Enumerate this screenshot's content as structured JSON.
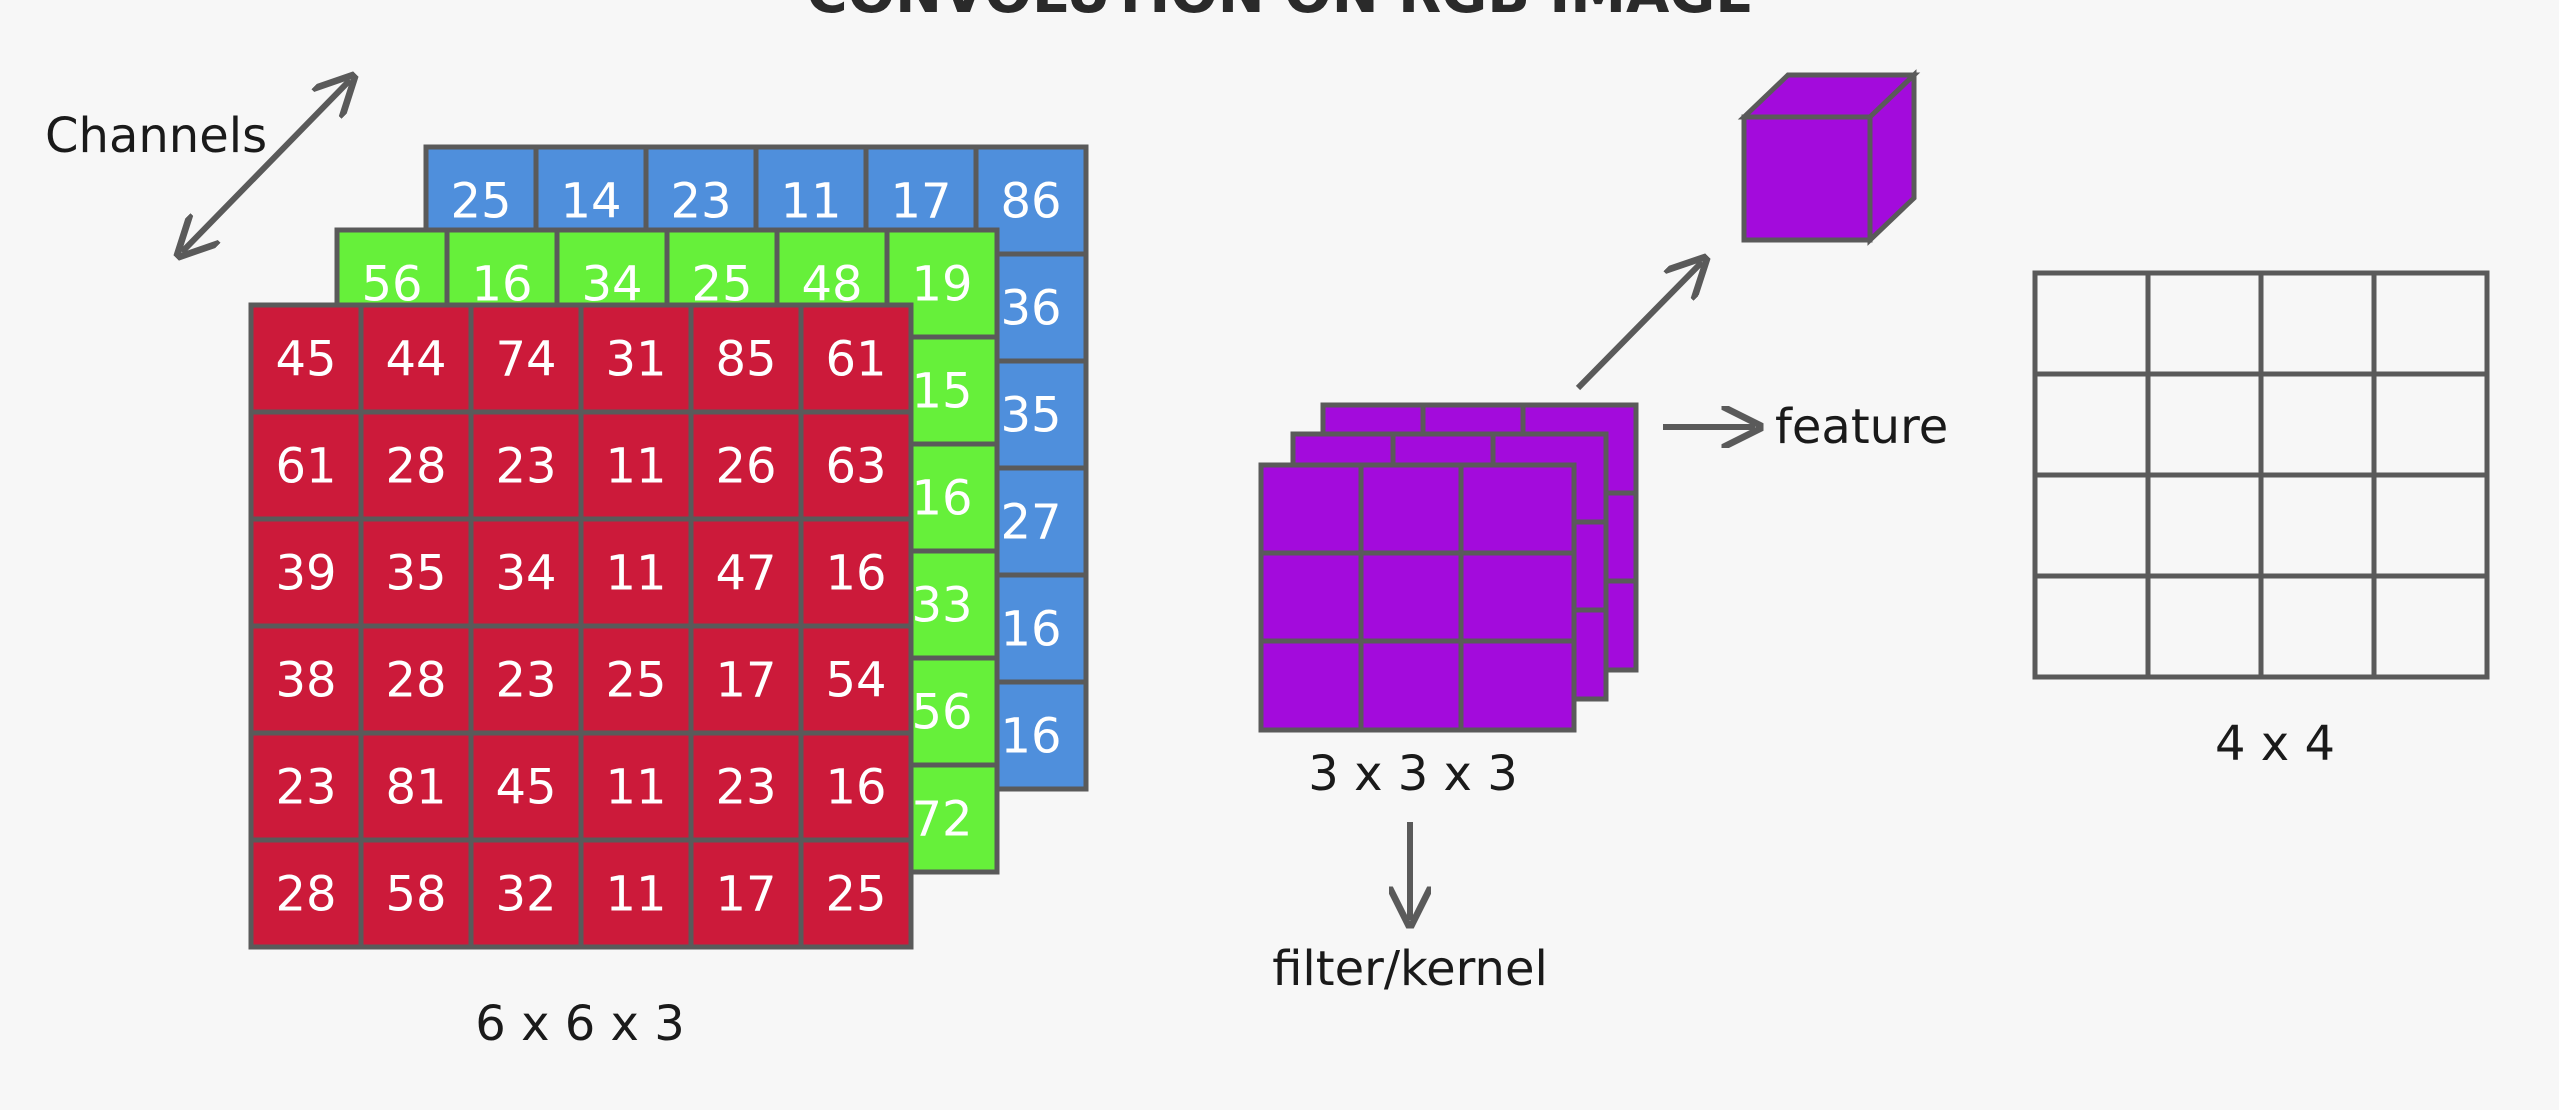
{
  "title": "CONVOLUTION ON RGB IMAGE",
  "labels": {
    "channels": "Channels",
    "input_size": "6 x 6 x 3",
    "filter_size": "3 x 3 x 3",
    "filter_name": "filter/kernel",
    "feature": "feature",
    "output_size": "4 x 4"
  },
  "colors": {
    "background": "#f7f7f7",
    "blue_channel": "#4f8fdc",
    "green_channel": "#66f03a",
    "red_channel": "#cc1a3a",
    "filter": "#a30bdc",
    "grid_line": "#5a5a5a",
    "arrow": "#5a5a5a"
  },
  "input": {
    "blue": {
      "top_row": [
        "25",
        "14",
        "23",
        "11",
        "17",
        "86"
      ],
      "right_column": [
        "36",
        "35",
        "27",
        "16",
        "16"
      ]
    },
    "green": {
      "top_row": [
        "56",
        "16",
        "34",
        "25",
        "48",
        "19"
      ],
      "right_column": [
        "15",
        "16",
        "33",
        "56",
        "72"
      ]
    },
    "red": [
      [
        "45",
        "44",
        "74",
        "31",
        "85",
        "61"
      ],
      [
        "61",
        "28",
        "23",
        "11",
        "26",
        "63"
      ],
      [
        "39",
        "35",
        "34",
        "11",
        "47",
        "16"
      ],
      [
        "38",
        "28",
        "23",
        "25",
        "17",
        "54"
      ],
      [
        "23",
        "81",
        "45",
        "11",
        "23",
        "16"
      ],
      [
        "28",
        "58",
        "32",
        "11",
        "17",
        "25"
      ]
    ]
  },
  "output": {
    "rows": 4,
    "cols": 4
  }
}
